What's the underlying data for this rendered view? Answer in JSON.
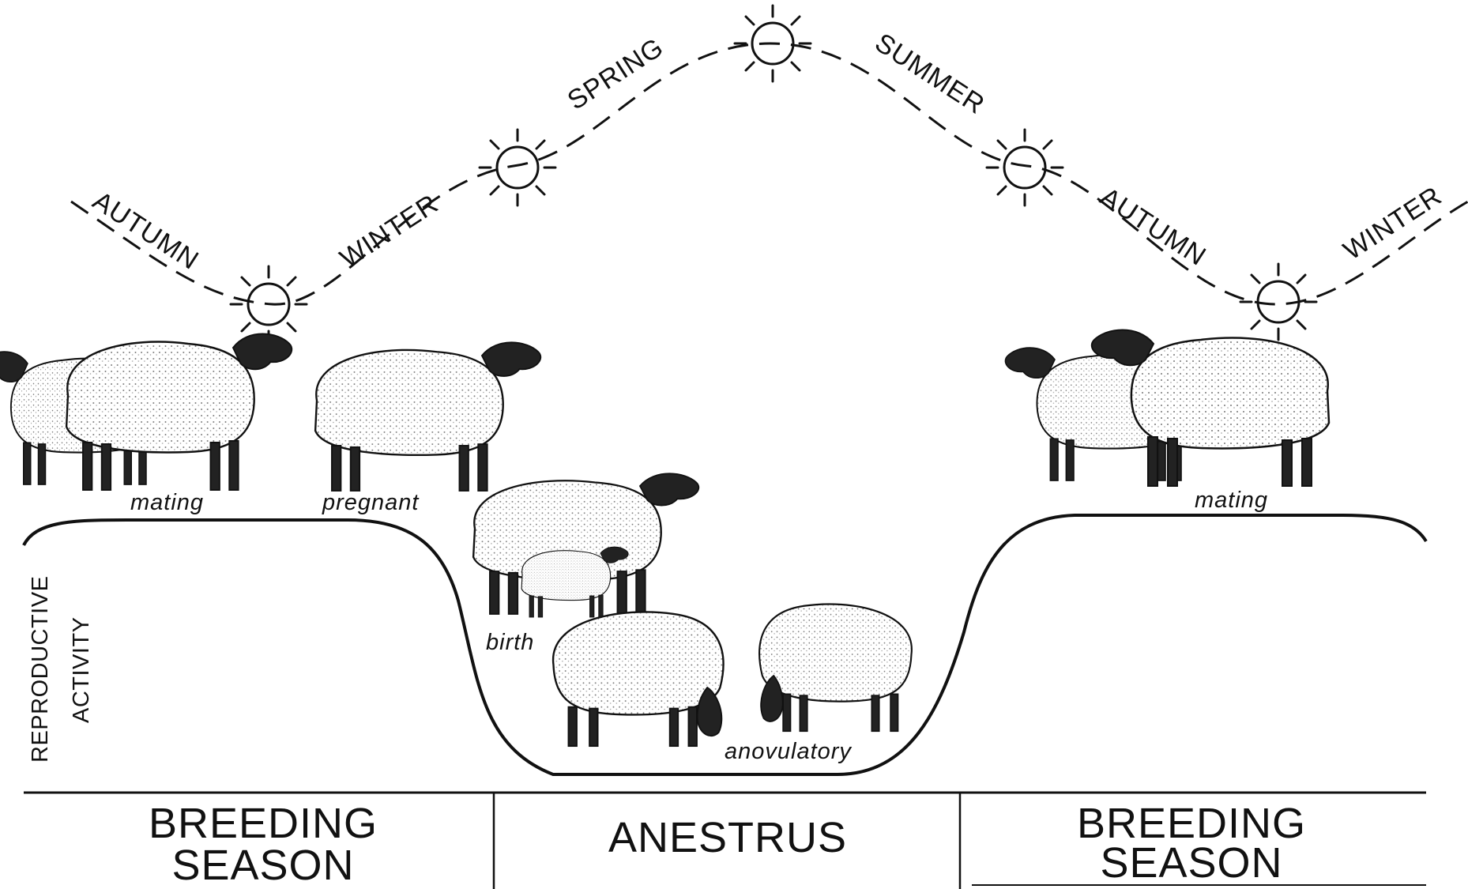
{
  "seasons": [
    {
      "id": "autumn-1",
      "label": "AUTUMN"
    },
    {
      "id": "winter-1",
      "label": "WINTER"
    },
    {
      "id": "spring",
      "label": "SPRING"
    },
    {
      "id": "summer",
      "label": "SUMMER"
    },
    {
      "id": "autumn-2",
      "label": "AUTUMN"
    },
    {
      "id": "winter-2",
      "label": "WINTER"
    }
  ],
  "stages": {
    "mating_1": "mating",
    "pregnant": "pregnant",
    "birth": "birth",
    "anovulatory": "anovulatory",
    "mating_2": "mating"
  },
  "axis": {
    "y_line1": "REPRODUCTIVE",
    "y_line2": "ACTIVITY"
  },
  "periods": [
    {
      "line1": "BREEDING",
      "line2": "SEASON"
    },
    {
      "line1": "ANESTRUS",
      "line2": ""
    },
    {
      "line1": "BREEDING",
      "line2": "SEASON"
    }
  ],
  "icons": [
    "sun-icon",
    "sheep-icon"
  ]
}
